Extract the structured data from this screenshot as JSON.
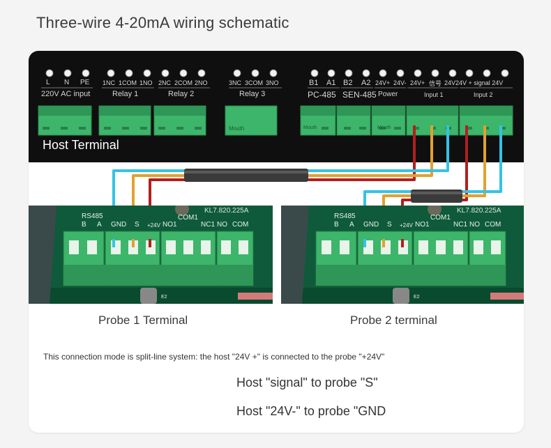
{
  "title": "Three-wire 4-20mA wiring schematic",
  "host": {
    "label": "Host Terminal",
    "top_labels": {
      "L": "L",
      "N": "N",
      "PE": "PE",
      "r1_nc": "1NC",
      "r1_com": "1COM",
      "r1_no": "1NO",
      "r2_nc": "2NC",
      "r2_com": "2COM",
      "r2_no": "2NO",
      "r3_nc": "3NC",
      "r3_com": "3COM",
      "r3_no": "3NO",
      "b1": "B1",
      "a1": "A1",
      "b2": "B2",
      "a2": "A2",
      "pw_pos": "24V+",
      "pw_neg": "24V-",
      "in1_pos": "24V+",
      "in1_sig": "信号",
      "in2": "24V24V + signal 24V"
    },
    "groups": {
      "ac": "220V AC input",
      "relay1": "Relay 1",
      "relay2": "Relay 2",
      "relay3": "Relay 3",
      "pc485": "PC-485",
      "sen485": "SEN-485",
      "power": "Power",
      "input1": "Input 1",
      "input2": "Input 2"
    },
    "connector_text": {
      "mouth1": "Mouth",
      "mouth2": "Mouth",
      "mouth3": "Mouth"
    }
  },
  "probe_board": {
    "model": "KL7.820.225A",
    "rs485": "RS485",
    "b": "B",
    "a": "A",
    "gnd": "GND",
    "s": "S",
    "p24v": "+24V",
    "no1": "NO1",
    "com1": "COM1",
    "nc1": "NC1",
    "no": "NO",
    "com": "COM",
    "e2": "E2"
  },
  "probe1_caption": "Probe 1 Terminal",
  "probe2_caption": "Probe 2 terminal",
  "note": "This connection mode is split-line system: the host \"24V +\" is connected to the probe \"+24V\"",
  "line1": "Host \"signal\" to probe \"S\"",
  "line2": "Host \"24V-\" to probe \"GND",
  "colors": {
    "wire_red": "#b21f1f",
    "wire_orange": "#e2a12e",
    "wire_blue": "#33c3e6",
    "terminal_green": "#3db56a",
    "panel_black": "#0f0f0f"
  }
}
